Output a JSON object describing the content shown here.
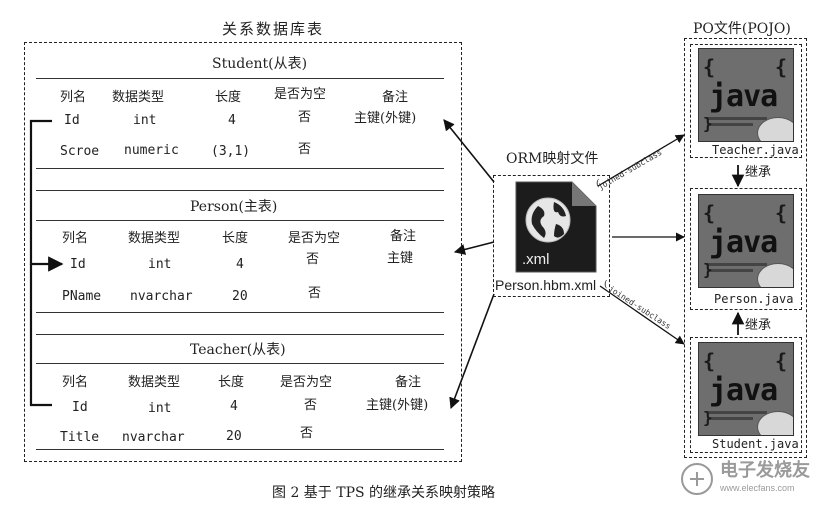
{
  "db_title": "关系数据库表",
  "columns": [
    "列名",
    "数据类型",
    "长度",
    "是否为空",
    "备注"
  ],
  "tables": [
    {
      "name": "Student(从表)",
      "rows": [
        [
          "Id",
          "int",
          "4",
          "否",
          "主键(外键)"
        ],
        [
          "Scroe",
          "numeric",
          "(3,1)",
          "否",
          ""
        ]
      ]
    },
    {
      "name": "Person(主表)",
      "rows": [
        [
          "Id",
          "int",
          "4",
          "否",
          "主键"
        ],
        [
          "PName",
          "nvarchar",
          "20",
          "否",
          ""
        ]
      ]
    },
    {
      "name": "Teacher(从表)",
      "rows": [
        [
          "Id",
          "int",
          "4",
          "否",
          "主键(外键)"
        ],
        [
          "Title",
          "nvarchar",
          "20",
          "否",
          ""
        ]
      ]
    }
  ],
  "orm_title": "ORM映射文件",
  "xml_icon_label": ".xml",
  "xml_file": "Person.hbm.xml",
  "po_title": "PO文件(POJO)",
  "java_word": "java",
  "java_files": [
    "Teacher.java",
    "Person.java",
    "Student.java"
  ],
  "inherit_label": "继承",
  "edge_label": "joined-subclass",
  "caption": "图 2   基于 TPS 的继承关系映射策略",
  "watermark": "电子发烧友",
  "watermark_url": "www.elecfans.com"
}
